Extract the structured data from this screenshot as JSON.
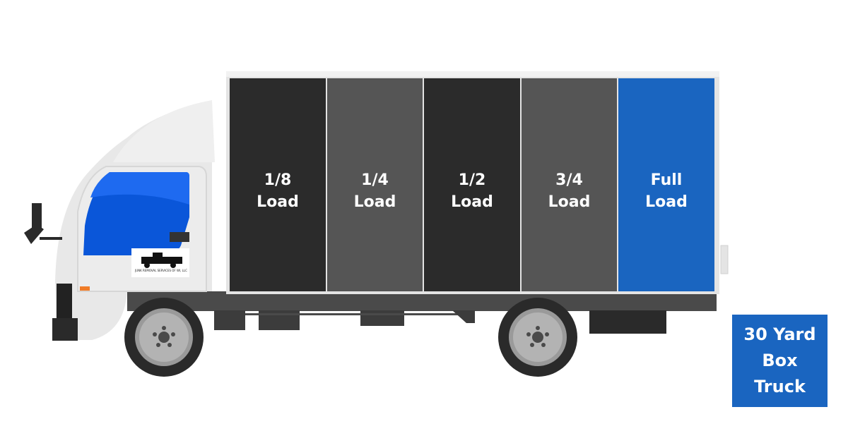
{
  "loads": [
    {
      "label": "1/8\nLoad"
    },
    {
      "label": "1/4\nLoad"
    },
    {
      "label": "1/2\nLoad"
    },
    {
      "label": "3/4\nLoad"
    },
    {
      "label": "Full\nLoad"
    }
  ],
  "badge": {
    "label": "30 Yard\nBox\nTruck"
  },
  "door_logo": {
    "text": "JUNK REMOVAL SERVICES OF WI, LLC",
    "icon": "pickup-truck-logo"
  },
  "colors": {
    "segment_dark": "#2b2b2b",
    "segment_gray": "#555555",
    "segment_full": "#1a65c0",
    "badge": "#1a65c0",
    "cab_body": "#e8e8e8",
    "windshield": "#0a56d9",
    "chassis": "#4a4a4a",
    "tire": "#2a2a2a"
  }
}
